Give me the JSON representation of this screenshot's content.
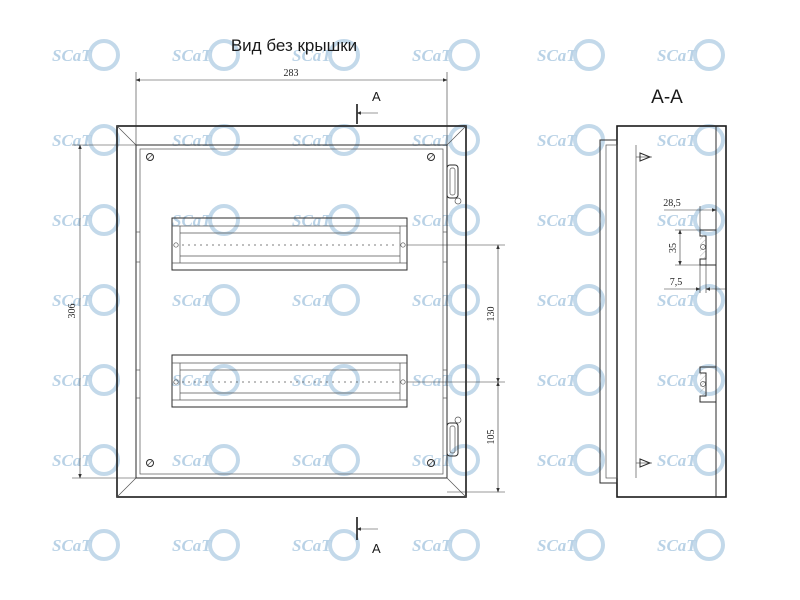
{
  "title": "Вид без крышки",
  "section_label": "А-А",
  "cut_markers": [
    {
      "label": "А"
    },
    {
      "label": "А"
    }
  ],
  "dimensions": {
    "overall_width": "283",
    "overall_height": "306",
    "rail_spacing": "130",
    "bottom_offset": "105",
    "rail_depth": "28,5",
    "rail_height": "35",
    "rail_offset": "7,5"
  },
  "watermark": {
    "text": "SCaT",
    "color": "#b9d2e6"
  },
  "colors": {
    "line": "#2b2b2b",
    "background": "#ffffff"
  }
}
